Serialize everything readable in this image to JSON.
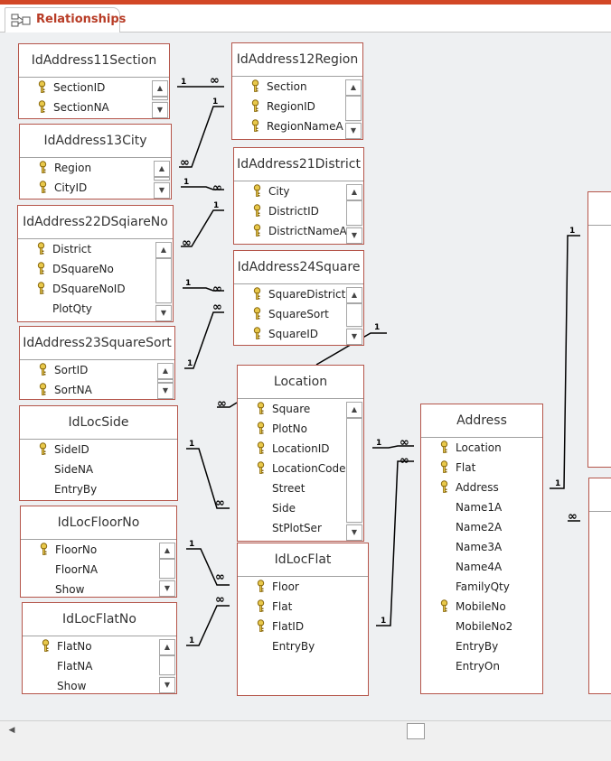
{
  "tab": {
    "label": "Relationships",
    "icon": "relationships-icon"
  },
  "tables": [
    {
      "id": "t1",
      "title": "IdAddress11Section",
      "fields": [
        {
          "name": "SectionID",
          "key": true
        },
        {
          "name": "SectionNA",
          "key": true
        }
      ]
    },
    {
      "id": "t2",
      "title": "IdAddress12Region",
      "fields": [
        {
          "name": "Section",
          "key": true
        },
        {
          "name": "RegionID",
          "key": true
        },
        {
          "name": "RegionNameA",
          "key": true
        }
      ]
    },
    {
      "id": "t3",
      "title": "IdAddress13City",
      "fields": [
        {
          "name": "Region",
          "key": true
        },
        {
          "name": "CityID",
          "key": true
        }
      ]
    },
    {
      "id": "t4",
      "title": "IdAddress21District",
      "fields": [
        {
          "name": "City",
          "key": true
        },
        {
          "name": "DistrictID",
          "key": true
        },
        {
          "name": "DistrictNameA",
          "key": true
        }
      ]
    },
    {
      "id": "t5",
      "title": "IdAddress22DSqiareNo",
      "fields": [
        {
          "name": "District",
          "key": true
        },
        {
          "name": "DSquareNo",
          "key": true
        },
        {
          "name": "DSquareNoID",
          "key": true
        },
        {
          "name": "PlotQty",
          "key": false
        }
      ]
    },
    {
      "id": "t6",
      "title": "IdAddress24Square",
      "fields": [
        {
          "name": "SquareDistrict",
          "key": true
        },
        {
          "name": "SquareSort",
          "key": true
        },
        {
          "name": "SquareID",
          "key": true
        }
      ]
    },
    {
      "id": "t7",
      "title": "IdAddress23SquareSort",
      "fields": [
        {
          "name": "SortID",
          "key": true
        },
        {
          "name": "SortNA",
          "key": true
        }
      ]
    },
    {
      "id": "t8",
      "title": "Location",
      "fields": [
        {
          "name": "Square",
          "key": true
        },
        {
          "name": "PlotNo",
          "key": true
        },
        {
          "name": "LocationID",
          "key": true
        },
        {
          "name": "LocationCode",
          "key": true
        },
        {
          "name": "Street",
          "key": false
        },
        {
          "name": "Side",
          "key": false
        },
        {
          "name": "StPlotSer",
          "key": false
        }
      ]
    },
    {
      "id": "t9",
      "title": "IdLocSide",
      "fields": [
        {
          "name": "SideID",
          "key": true
        },
        {
          "name": "SideNA",
          "key": false
        },
        {
          "name": "EntryBy",
          "key": false
        }
      ]
    },
    {
      "id": "t10",
      "title": "IdLocFloorNo",
      "fields": [
        {
          "name": "FloorNo",
          "key": true
        },
        {
          "name": "FloorNA",
          "key": false
        },
        {
          "name": "Show",
          "key": false
        }
      ]
    },
    {
      "id": "t11",
      "title": "IdLocFlat",
      "fields": [
        {
          "name": "Floor",
          "key": true
        },
        {
          "name": "Flat",
          "key": true
        },
        {
          "name": "FlatID",
          "key": true
        },
        {
          "name": "EntryBy",
          "key": false
        }
      ]
    },
    {
      "id": "t12",
      "title": "IdLocFlatNo",
      "fields": [
        {
          "name": "FlatNo",
          "key": true
        },
        {
          "name": "FlatNA",
          "key": false
        },
        {
          "name": "Show",
          "key": false
        }
      ]
    },
    {
      "id": "t13",
      "title": "Address",
      "fields": [
        {
          "name": "Location",
          "key": true
        },
        {
          "name": "Flat",
          "key": true
        },
        {
          "name": "Address",
          "key": true
        },
        {
          "name": "Name1A",
          "key": false
        },
        {
          "name": "Name2A",
          "key": false
        },
        {
          "name": "Name3A",
          "key": false
        },
        {
          "name": "Name4A",
          "key": false
        },
        {
          "name": "FamilyQty",
          "key": false
        },
        {
          "name": "MobileNo",
          "key": true
        },
        {
          "name": "MobileNo2",
          "key": false
        },
        {
          "name": "EntryBy",
          "key": false
        },
        {
          "name": "EntryOn",
          "key": false
        }
      ]
    },
    {
      "id": "t14",
      "title": "",
      "fields": []
    },
    {
      "id": "t15",
      "title": "",
      "fields": []
    }
  ],
  "relationship_labels": {
    "one": "1",
    "many": "∞"
  }
}
